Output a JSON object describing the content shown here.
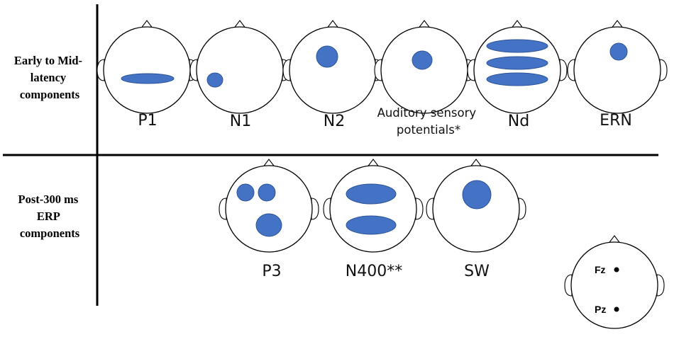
{
  "row_labels": {
    "early": [
      "Early to Mid-",
      "latency",
      "components"
    ],
    "post": [
      "Post-300 ms",
      "ERP",
      "components"
    ]
  },
  "components": {
    "p1": "P1",
    "n1": "N1",
    "n2": "N2",
    "auditory_line1": "Auditory sensory",
    "auditory_line2": "potentials*",
    "nd": "Nd",
    "ern": "ERN",
    "p3": "P3",
    "n400": "N400**",
    "sw": "SW"
  },
  "electrodes": {
    "fz": "Fz",
    "pz": "Pz"
  },
  "colors": {
    "topography": "#4472c4",
    "outline": "#000000"
  }
}
